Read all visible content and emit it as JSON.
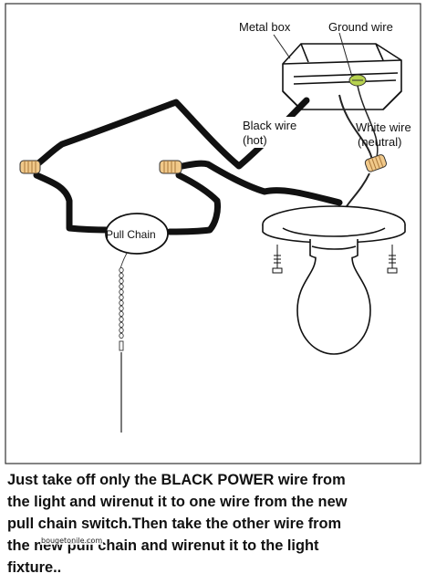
{
  "labels": {
    "metal_box": "Metal box",
    "ground_wire": "Ground wire",
    "black_wire": "Black wire",
    "black_wire_sub": "(hot)",
    "white_wire": "White wire",
    "white_wire_sub": "(neutral)",
    "pull_chain": "Pull Chain"
  },
  "caption": {
    "line1": "Just take off only the BLACK POWER wire from",
    "line2": "the light and wirenut it to one wire from the new",
    "line3": "pull chain switch.Then take the other wire from",
    "line4": "the new pull chain and wirenut it to the light",
    "line5": "fixture.."
  },
  "watermark": "bougetonile.com"
}
